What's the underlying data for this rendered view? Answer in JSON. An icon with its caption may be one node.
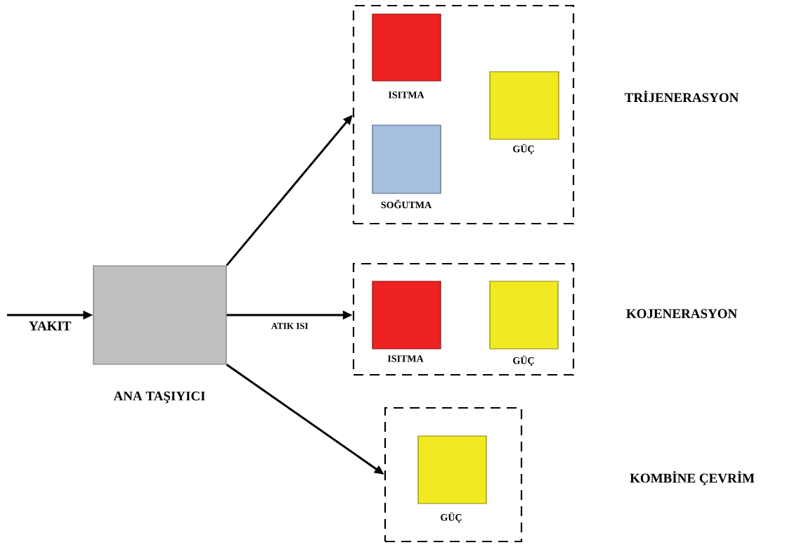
{
  "diagram": {
    "nodes": [
      {
        "text": [
          "ANA TAŞIYICI"
        ]
      },
      {
        "text": [],
        "shape": "box"
      },
      {
        "text": [
          "ISITMA"
        ],
        "in": 1
      },
      {
        "text": [
          "GÜÇ"
        ],
        "in": 1
      },
      {
        "text": [
          "SOĞUTMA"
        ],
        "in": 1
      },
      {
        "text": [],
        "shape": "box"
      },
      {
        "text": [
          "ISITMA"
        ],
        "in": 5
      },
      {
        "text": [
          "GÜÇ"
        ],
        "in": 5
      },
      {
        "text": [],
        "shape": "box"
      },
      {
        "text": [
          "GÜÇ"
        ],
        "in": 8
      }
    ],
    "edges": [
      {
        "from": null,
        "to": 0,
        "arrow": "to",
        "label": "YAKIT"
      },
      {
        "from": 0,
        "to": 1,
        "arrow": "to"
      },
      {
        "from": 0,
        "to": 5,
        "arrow": "to",
        "label": "ATIK ISI"
      },
      {
        "from": 0,
        "to": 8,
        "arrow": "to"
      }
    ],
    "labels": [
      "TRİJENERASYON",
      "KOJENERASYON",
      "KOMBİNE ÇEVRİM"
    ]
  }
}
